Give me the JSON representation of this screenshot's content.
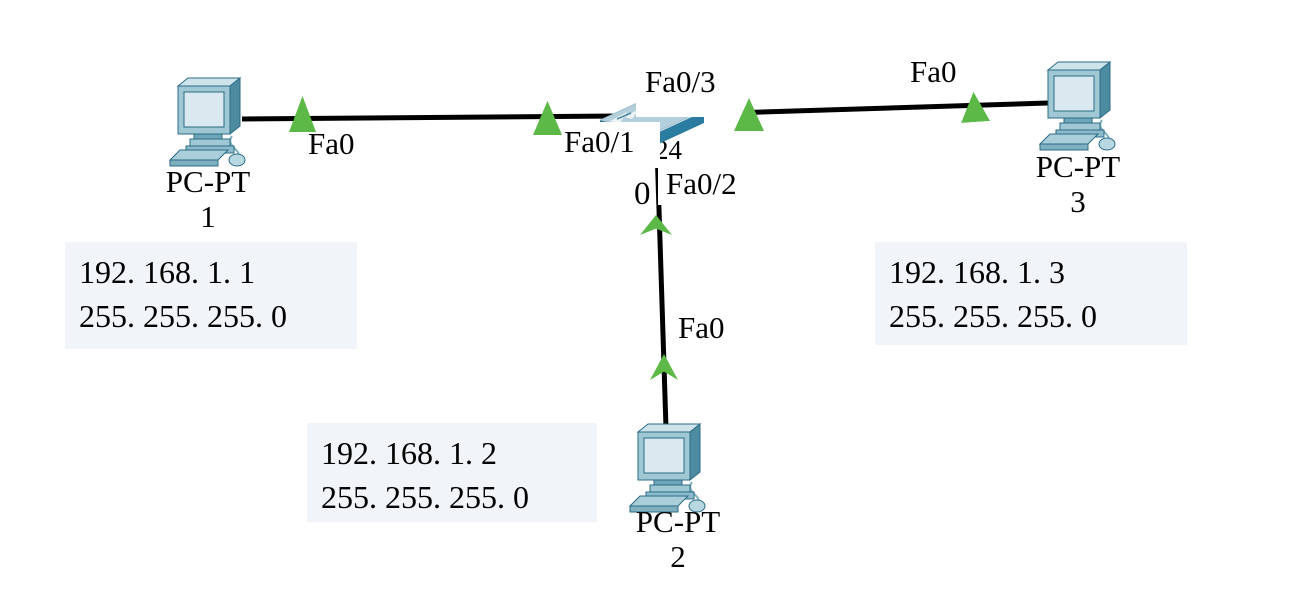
{
  "colors": {
    "cable": "#000000",
    "link_up_arrow": "#5cb847",
    "note_background": "#f1f5f9",
    "switch_top": "#b3cfdb",
    "switch_front": "#2a7da0",
    "pc_body": "#9fc7d4"
  },
  "devices": {
    "pc1": {
      "model_label": "PC-PT",
      "name": "1",
      "port_label": "Fa0",
      "ip_address": "192. 168. 1. 1",
      "subnet_mask": "255. 255. 255. 0"
    },
    "pc2": {
      "model_label": "PC-PT",
      "name": "2",
      "port_label": "Fa0",
      "ip_address": "192. 168. 1. 2",
      "subnet_mask": "255. 255. 255. 0"
    },
    "pc3": {
      "model_label": "PC-PT",
      "name": "3",
      "port_label": "Fa0",
      "ip_address": "192. 168. 1. 3",
      "subnet_mask": "255. 255. 255. 0"
    },
    "switch": {
      "name": "0",
      "model_visible_fragment": "24",
      "port_to_pc1": "Fa0/1",
      "port_to_pc2": "Fa0/2",
      "port_to_pc3": "Fa0/3"
    }
  }
}
